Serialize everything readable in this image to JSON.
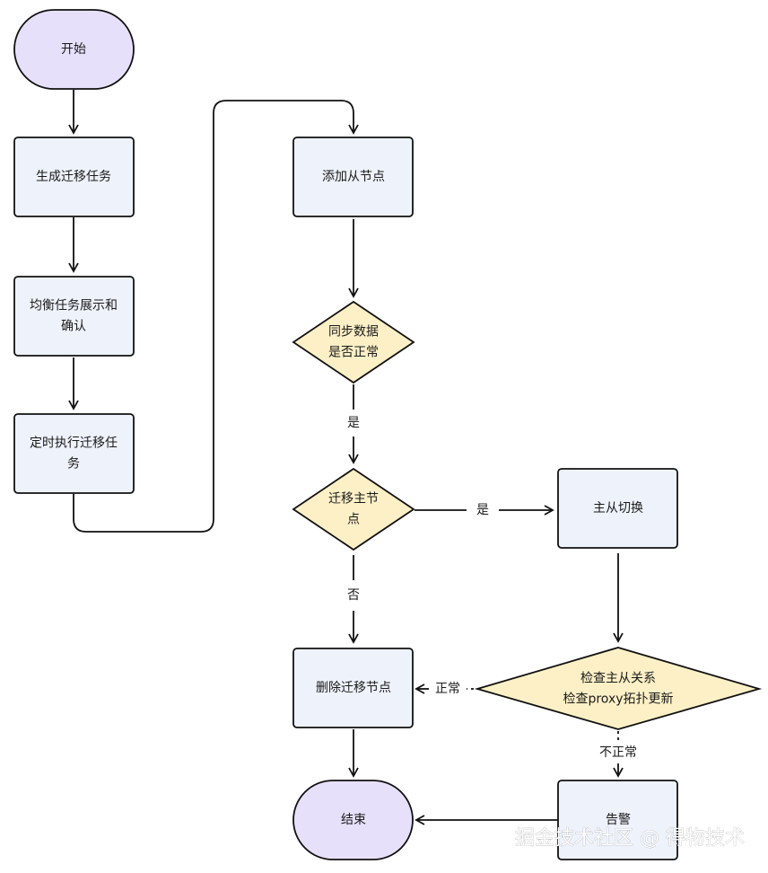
{
  "colors": {
    "stroke": "#111111",
    "process_fill": "#eef2fb",
    "decision_fill": "#fdf0c6",
    "terminal_fill": "#e7e0fb"
  },
  "nodes": {
    "start": {
      "lines": [
        "开始"
      ]
    },
    "gen_task": {
      "lines": [
        "生成迁移任务"
      ]
    },
    "balance": {
      "lines": [
        "均衡任务展示和",
        "确认"
      ]
    },
    "timed_exec": {
      "lines": [
        "定时执行迁移任",
        "务"
      ]
    },
    "add_slave": {
      "lines": [
        "添加从节点"
      ]
    },
    "sync_check": {
      "lines": [
        "同步数据",
        "是否正常"
      ]
    },
    "is_master": {
      "lines": [
        "迁移主节",
        "点"
      ]
    },
    "switch": {
      "lines": [
        "主从切换"
      ]
    },
    "delete_node": {
      "lines": [
        "删除迁移节点"
      ]
    },
    "check": {
      "lines": [
        "检查主从关系",
        "检查proxy拓扑更新"
      ]
    },
    "end": {
      "lines": [
        "结束"
      ]
    },
    "alarm": {
      "lines": [
        "告警"
      ]
    }
  },
  "edges": {
    "yes_sync": "是",
    "yes_master": "是",
    "no_master": "否",
    "normal": "正常",
    "abnormal": "不正常"
  },
  "watermark": "掘金技术社区 @ 得物技术"
}
